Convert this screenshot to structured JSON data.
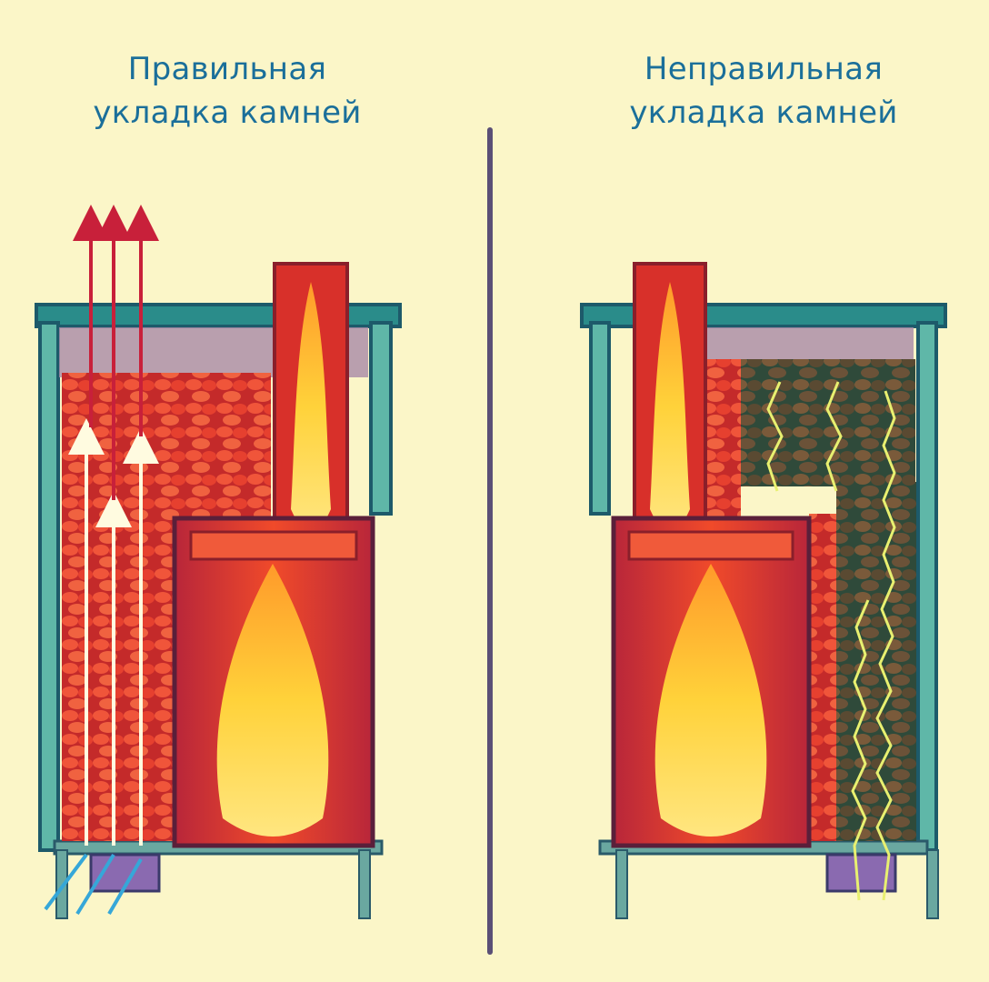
{
  "titles": {
    "left": [
      "Правильная",
      "укладка камней"
    ],
    "right": [
      "Неправильная",
      "укладка камней"
    ]
  },
  "colors": {
    "background": "#fbf6c8",
    "title_text": "#1b6f9a",
    "divider": "#5a4f76",
    "stove_shell": "#2a8c8a",
    "firebox": "#e83a2a",
    "flame": "#ffd23a",
    "hot_stones": "#d8332a",
    "cold_stones": "#5b4a3a",
    "air_flow_cold": "#36a7d8",
    "air_flow_hot": "#c8203a"
  },
  "icons": {
    "left_airflow": "arrow-up-icon",
    "right_airflow": "zigzag-arrow-icon"
  }
}
